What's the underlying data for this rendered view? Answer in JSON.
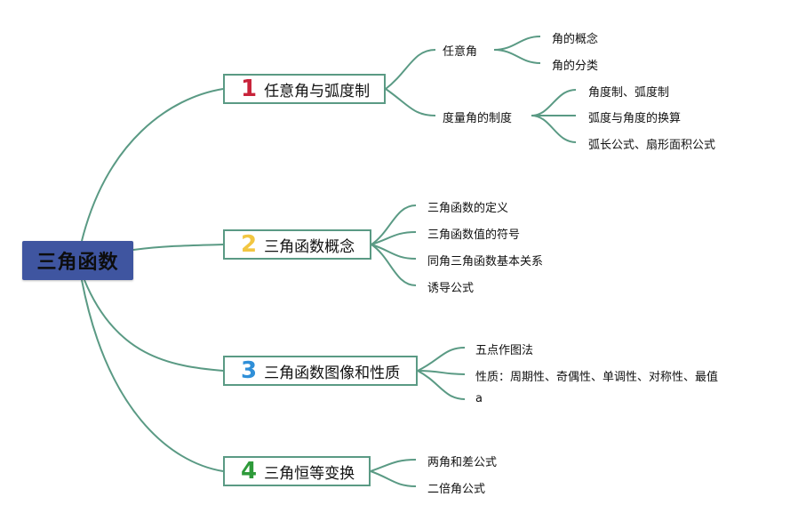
{
  "root": {
    "label": "三角函数"
  },
  "branches": [
    {
      "number": "1",
      "color": "#c8233a",
      "label": "任意角与弧度制",
      "subs": [
        {
          "label": "任意角",
          "leaves": [
            "角的概念",
            "角的分类"
          ]
        },
        {
          "label": "度量角的制度",
          "leaves": [
            "角度制、弧度制",
            "弧度与角度的换算",
            "弧长公式、扇形面积公式"
          ]
        }
      ]
    },
    {
      "number": "2",
      "color": "#f2c641",
      "label": "三角函数概念",
      "leaves": [
        "三角函数的定义",
        "三角函数值的符号",
        "同角三角函数基本关系",
        "诱导公式"
      ]
    },
    {
      "number": "3",
      "color": "#2f8fd8",
      "label": "三角函数图像和性质",
      "leaves": [
        "五点作图法",
        "性质：周期性、奇偶性、单调性、对称性、最值",
        "a"
      ]
    },
    {
      "number": "4",
      "color": "#2e9a3a",
      "label": "三角恒等变换",
      "leaves": [
        "两角和差公式",
        "二倍角公式"
      ]
    }
  ],
  "colors": {
    "link": "#5a9a84",
    "root_bg": "#3f55a0"
  }
}
